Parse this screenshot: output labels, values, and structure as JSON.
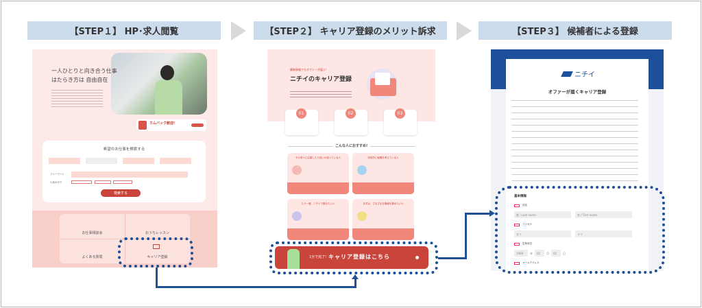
{
  "steps": [
    {
      "label": "【STEP１】 HP･求人閲覧"
    },
    {
      "label": "【STEP２】 キャリア登録のメリット訴求"
    },
    {
      "label": "【STEP３】 候補者による登録"
    }
  ],
  "hp": {
    "headline1": "一人ひとりと向き合う仕事",
    "headline2": "はたらき方は 自由自在",
    "badge_title": "カムバック歓迎!",
    "search_title": "希望のお仕事を検索する",
    "keyword_label": "フリーワード",
    "tags_label": "人気のタグ",
    "search_button": "検索する",
    "links": [
      "お仕事相談会",
      "おうちレッスン",
      "よくある質問",
      "キャリア登録"
    ]
  },
  "lp": {
    "eyebrow": "最新情報でもオファーが届く!",
    "title": "ニチイのキャリア登録",
    "nums": [
      "01",
      "02",
      "03"
    ],
    "recommend": "こんな人におすすめ!",
    "cards": [
      "その求人に応募したら良いか迷っている人",
      "将来的に転職を考えている人",
      "もう一度、ニチイで働きたい人",
      "まずは、さまざまな情報を集めたい人"
    ],
    "cta_prefix": "1分で完了!",
    "cta": "キャリア登録はこちら"
  },
  "form": {
    "logo": "ニチイ",
    "title": "オファーが届くキャリア登録",
    "section": "基本情報",
    "fields": [
      {
        "label": "氏名",
        "placeholders": [
          "姓 / Last name",
          "名 / First name"
        ]
      },
      {
        "label": "フリガナ",
        "placeholders": [
          "セイ",
          "メイ"
        ]
      },
      {
        "label": "生年月日",
        "placeholders": [
          "1980",
          "01",
          "01"
        ],
        "units": [
          "年",
          "月",
          "日"
        ]
      },
      {
        "label": "メールアドレス"
      }
    ],
    "required": "必須"
  }
}
